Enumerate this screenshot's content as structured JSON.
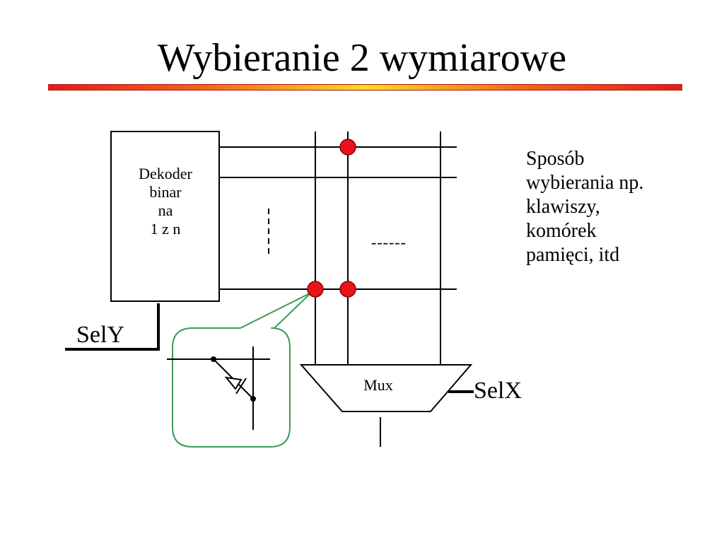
{
  "title": "Wybieranie 2 wymiarowe",
  "decoder": {
    "lines": [
      "Dekoder",
      "binar",
      "na",
      "1 z n"
    ]
  },
  "mux_label": "Mux",
  "sely_label": "SelY",
  "selx_label": "SelX",
  "dashes": "------",
  "side_text": [
    "Sposób",
    "wybierania np.",
    "klawiszy,",
    "komórek",
    "pamięci, itd"
  ],
  "colors": {
    "node": "#e8141c",
    "callout": "#3c9a5a",
    "rule_red": "#e21b1b",
    "rule_yellow": "#f6e11a"
  }
}
